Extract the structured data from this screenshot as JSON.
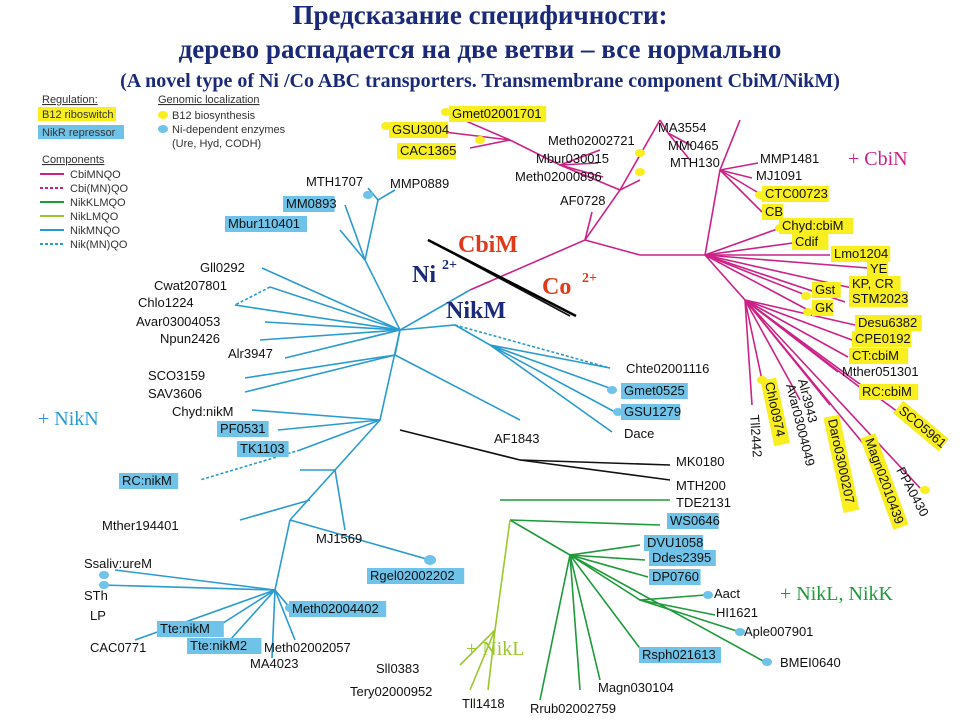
{
  "title": {
    "line1": "Предсказание специфичности:",
    "line2": "дерево распадается на две ветви – все нормально",
    "line3": "(A novel type of Ni /Co ABC transporters. Transmembrane component CbiM/NikM)"
  },
  "legend": {
    "regulation_header": "Regulation:",
    "b12_riboswitch": "B12 riboswitch",
    "nikr_repressor": "NikR repressor",
    "components_header": "Components",
    "components": [
      "CbiMNQO",
      "Cbi(MN)QO",
      "NikKLMQO",
      "NikLMQO",
      "NikMNQO",
      "Nik(MN)QO"
    ],
    "genomic_header": "Genomic localization",
    "b12_biosynthesis": "B12 biosynthesis",
    "ni_enzymes": "Ni-dependent enzymes",
    "ni_enzymes_detail": "(Ure, Hyd, CODH)"
  },
  "labels": {
    "cbim": "CbiM",
    "co": "Co",
    "co_sup": "2+",
    "ni": "Ni",
    "ni_sup": "2+",
    "nikm": "NikM",
    "plus_cbin": "+ CbiN",
    "plus_nikn": "+ NikN",
    "plus_nikl_nikk": "+ NikL, NikK",
    "plus_nikl": "+ NikL"
  },
  "colors": {
    "title": "#1a2a78",
    "cbi_branch": "#cc2288",
    "nik_branch": "#2a9bd0",
    "nikklm_branch": "#1e9a3a",
    "niklm_branch": "#9ac82a",
    "b12_highlight": "#f8ee20",
    "nikr_highlight": "#6fc3e8",
    "cbim_text": "#e03a1a",
    "nikm_text": "#1a2a78"
  },
  "leaves": [
    {
      "id": "gmet02001701",
      "text": "Gmet02001701",
      "box": "yellow"
    },
    {
      "id": "gsu3004",
      "text": "GSU3004",
      "box": "yellow"
    },
    {
      "id": "cac1365",
      "text": "CAC1365",
      "box": "yellow"
    },
    {
      "id": "meth02002721",
      "text": "Meth02002721",
      "box": ""
    },
    {
      "id": "mbur030015",
      "text": "Mbur030015",
      "box": ""
    },
    {
      "id": "meth02000896",
      "text": "Meth02000896",
      "box": ""
    },
    {
      "id": "ma3554",
      "text": "MA3554",
      "box": ""
    },
    {
      "id": "mm0465",
      "text": "MM0465",
      "box": ""
    },
    {
      "id": "mth130",
      "text": "MTH130",
      "box": ""
    },
    {
      "id": "mmp1481",
      "text": "MMP1481",
      "box": ""
    },
    {
      "id": "mj1091",
      "text": "MJ1091",
      "box": ""
    },
    {
      "id": "ctc00723",
      "text": "CTC00723",
      "box": "yellow"
    },
    {
      "id": "cb",
      "text": "CB",
      "box": "yellow"
    },
    {
      "id": "chydcbim",
      "text": "Chyd:cbiM",
      "box": "yellow"
    },
    {
      "id": "cdif",
      "text": "Cdif",
      "box": "yellow"
    },
    {
      "id": "lmo1204",
      "text": "Lmo1204",
      "box": "yellow"
    },
    {
      "id": "ye",
      "text": "YE",
      "box": "yellow"
    },
    {
      "id": "kpcr",
      "text": "KP, CR",
      "box": "yellow"
    },
    {
      "id": "stm2023",
      "text": "STM2023",
      "box": "yellow"
    },
    {
      "id": "gst",
      "text": "Gst",
      "box": "yellow"
    },
    {
      "id": "gk",
      "text": "GK",
      "box": "yellow"
    },
    {
      "id": "desu6382",
      "text": "Desu6382",
      "box": "yellow"
    },
    {
      "id": "cpe0192",
      "text": "CPE0192",
      "box": "yellow"
    },
    {
      "id": "ctcbim",
      "text": "CT:cbiM",
      "box": "yellow"
    },
    {
      "id": "mther051301",
      "text": "Mther051301",
      "box": ""
    },
    {
      "id": "rccbim",
      "text": "RC:cbiM",
      "box": "yellow"
    },
    {
      "id": "sco5961",
      "text": "SCO5961",
      "box": "yellow"
    },
    {
      "id": "ppa0430",
      "text": "PPA0430",
      "box": ""
    },
    {
      "id": "magn02010439",
      "text": "Magn02010439",
      "box": "yellow"
    },
    {
      "id": "daro03000207",
      "text": "Daro03000207",
      "box": "yellow"
    },
    {
      "id": "avar03004049",
      "text": "Avar03004049",
      "box": ""
    },
    {
      "id": "alr3943",
      "text": "Alr3943",
      "box": ""
    },
    {
      "id": "chlo0974",
      "text": "Chlo0974",
      "box": "yellow"
    },
    {
      "id": "tll2442",
      "text": "Tll2442",
      "box": ""
    },
    {
      "id": "af0728",
      "text": "AF0728",
      "box": ""
    },
    {
      "id": "mth1707",
      "text": "MTH1707",
      "box": ""
    },
    {
      "id": "mmp0889",
      "text": "MMP0889",
      "box": ""
    },
    {
      "id": "mm0893",
      "text": "MM0893",
      "box": "blue"
    },
    {
      "id": "mbur110401",
      "text": "Mbur110401",
      "box": "blue"
    },
    {
      "id": "gll0292",
      "text": "Gll0292",
      "box": ""
    },
    {
      "id": "cwat207801",
      "text": "Cwat207801",
      "box": ""
    },
    {
      "id": "chlo1224",
      "text": "Chlo1224",
      "box": ""
    },
    {
      "id": "avar03004053",
      "text": "Avar03004053",
      "box": ""
    },
    {
      "id": "npun2426",
      "text": "Npun2426",
      "box": ""
    },
    {
      "id": "alr3947",
      "text": "Alr3947",
      "box": ""
    },
    {
      "id": "sco3159",
      "text": "SCO3159",
      "box": ""
    },
    {
      "id": "sav3606",
      "text": "SAV3606",
      "box": ""
    },
    {
      "id": "chydnikm",
      "text": "Chyd:nikM",
      "box": ""
    },
    {
      "id": "pf0531",
      "text": "PF0531",
      "box": "blue"
    },
    {
      "id": "tk1103",
      "text": "TK1103",
      "box": "blue"
    },
    {
      "id": "chte02001116",
      "text": "Chte02001116",
      "box": ""
    },
    {
      "id": "gmet0525",
      "text": "Gmet0525",
      "box": "blue"
    },
    {
      "id": "gsu1279",
      "text": "GSU1279",
      "box": "blue"
    },
    {
      "id": "dace",
      "text": "Dace",
      "box": ""
    },
    {
      "id": "af1843",
      "text": "AF1843",
      "box": ""
    },
    {
      "id": "mk0180",
      "text": "MK0180",
      "box": ""
    },
    {
      "id": "mth200",
      "text": "MTH200",
      "box": ""
    },
    {
      "id": "tde2131",
      "text": "TDE2131",
      "box": ""
    },
    {
      "id": "rcnikm",
      "text": "RC:nikM",
      "box": "blue"
    },
    {
      "id": "mther194401",
      "text": "Mther194401",
      "box": ""
    },
    {
      "id": "mj1569",
      "text": "MJ1569",
      "box": ""
    },
    {
      "id": "ssalivurem",
      "text": "Ssaliv:ureM",
      "box": ""
    },
    {
      "id": "sth",
      "text": "STh",
      "box": ""
    },
    {
      "id": "lp",
      "text": "LP",
      "box": ""
    },
    {
      "id": "cac0771",
      "text": "CAC0771",
      "box": ""
    },
    {
      "id": "ttenikm",
      "text": "Tte:nikM",
      "box": "blue"
    },
    {
      "id": "ttenikm2",
      "text": "Tte:nikM2",
      "box": "blue"
    },
    {
      "id": "ma4023",
      "text": "MA4023",
      "box": ""
    },
    {
      "id": "meth02002057",
      "text": "Meth02002057",
      "box": ""
    },
    {
      "id": "meth02004402",
      "text": "Meth02004402",
      "box": "blue"
    },
    {
      "id": "rgel02002202",
      "text": "Rgel02002202",
      "box": "blue"
    },
    {
      "id": "ws0646",
      "text": "WS0646",
      "box": "blue"
    },
    {
      "id": "dvu1058",
      "text": "DVU1058",
      "box": "blue"
    },
    {
      "id": "ddes2395",
      "text": "Ddes2395",
      "box": "blue"
    },
    {
      "id": "dp0760",
      "text": "DP0760",
      "box": "blue"
    },
    {
      "id": "aact",
      "text": "Aact",
      "box": ""
    },
    {
      "id": "hi1621",
      "text": "HI1621",
      "box": ""
    },
    {
      "id": "aple007901",
      "text": "Aple007901",
      "box": ""
    },
    {
      "id": "rsph021613",
      "text": "Rsph021613",
      "box": "blue"
    },
    {
      "id": "bmei0640",
      "text": "BMEI0640",
      "box": ""
    },
    {
      "id": "magn030104",
      "text": "Magn030104",
      "box": ""
    },
    {
      "id": "rrub02002759",
      "text": "Rrub02002759",
      "box": ""
    },
    {
      "id": "sll0383",
      "text": "Sll0383",
      "box": ""
    },
    {
      "id": "tery02000952",
      "text": "Tery02000952",
      "box": ""
    },
    {
      "id": "tll1418",
      "text": "Tll1418",
      "box": ""
    }
  ]
}
